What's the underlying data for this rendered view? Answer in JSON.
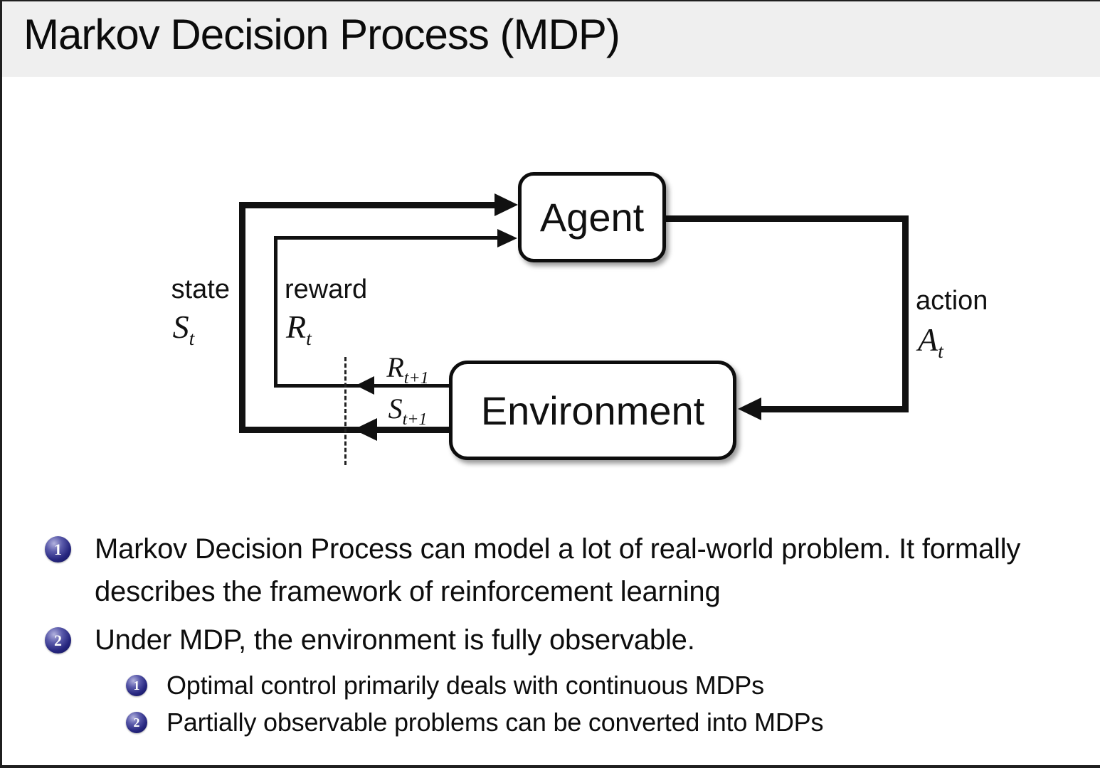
{
  "slide": {
    "title": "Markov Decision Process (MDP)"
  },
  "diagram": {
    "agent_label": "Agent",
    "environment_label": "Environment",
    "state_word": "state",
    "state_symbol": {
      "base": "S",
      "sub": "t"
    },
    "reward_word": "reward",
    "reward_symbol": {
      "base": "R",
      "sub": "t"
    },
    "action_word": "action",
    "action_symbol": {
      "base": "A",
      "sub": "t"
    },
    "next_reward_symbol": {
      "base": "R",
      "sub": "t+1"
    },
    "next_state_symbol": {
      "base": "S",
      "sub": "t+1"
    }
  },
  "bullets": {
    "item1": {
      "number": "1",
      "text": "Markov Decision Process can model a lot of real-world problem. It formally describes the framework of reinforcement learning"
    },
    "item2": {
      "number": "2",
      "text": "Under MDP, the environment is fully observable."
    },
    "sub1": {
      "number": "1",
      "text": "Optimal control primarily deals with continuous MDPs"
    },
    "sub2": {
      "number": "2",
      "text": "Partially observable problems can be converted into MDPs"
    }
  },
  "colors": {
    "badge_navy": "#26267f",
    "title_bar_bg": "#efefef",
    "diagram_ink": "#111111"
  }
}
